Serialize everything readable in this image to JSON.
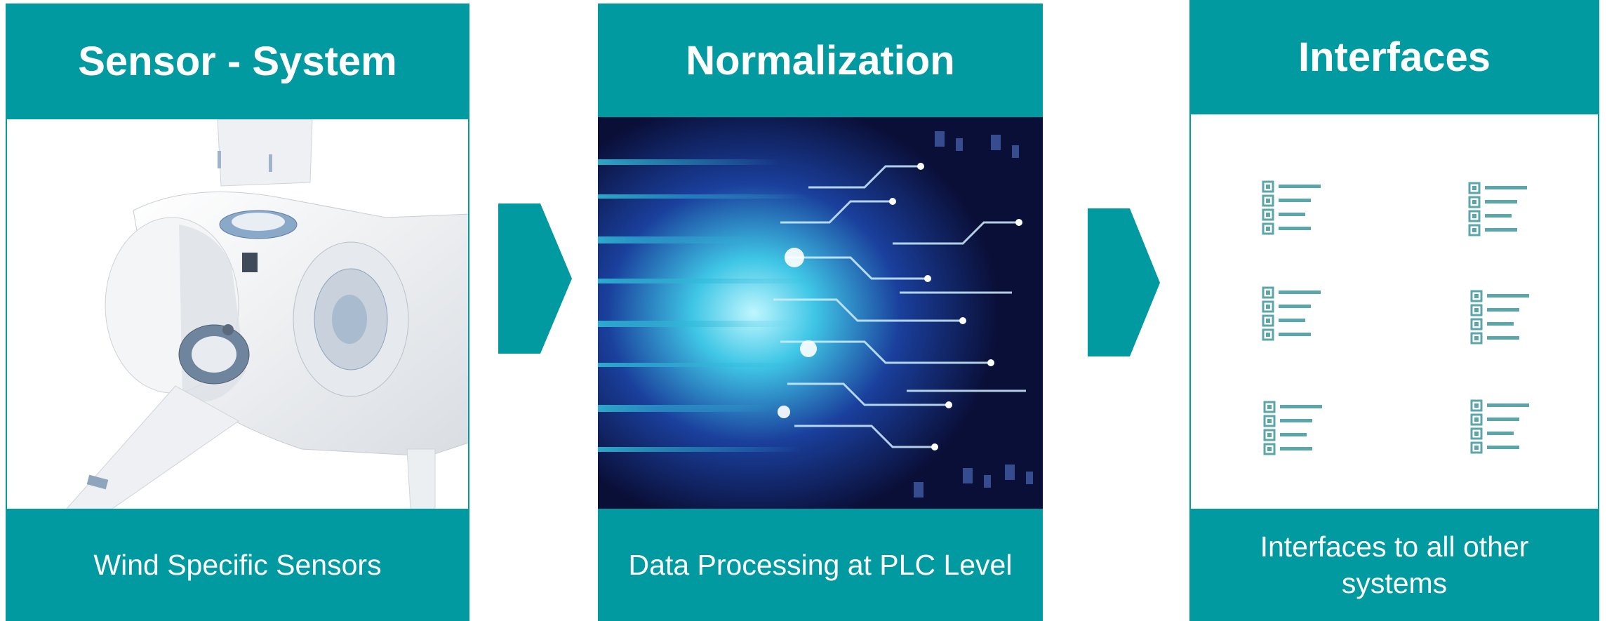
{
  "colors": {
    "teal": "#009aa0",
    "white": "#ffffff",
    "icon": "#5aa6ab"
  },
  "panels": [
    {
      "title": "Sensor - System",
      "caption": "Wind Specific Sensors",
      "image": "wind-turbine-hub"
    },
    {
      "title": "Normalization",
      "caption": "Data Processing at PLC Level",
      "image": "circuit-data"
    },
    {
      "title": "Interfaces",
      "caption": "Interfaces to all other systems",
      "image": "list-icons-grid"
    }
  ],
  "arrows": [
    "chevron-right-icon",
    "chevron-right-icon"
  ]
}
